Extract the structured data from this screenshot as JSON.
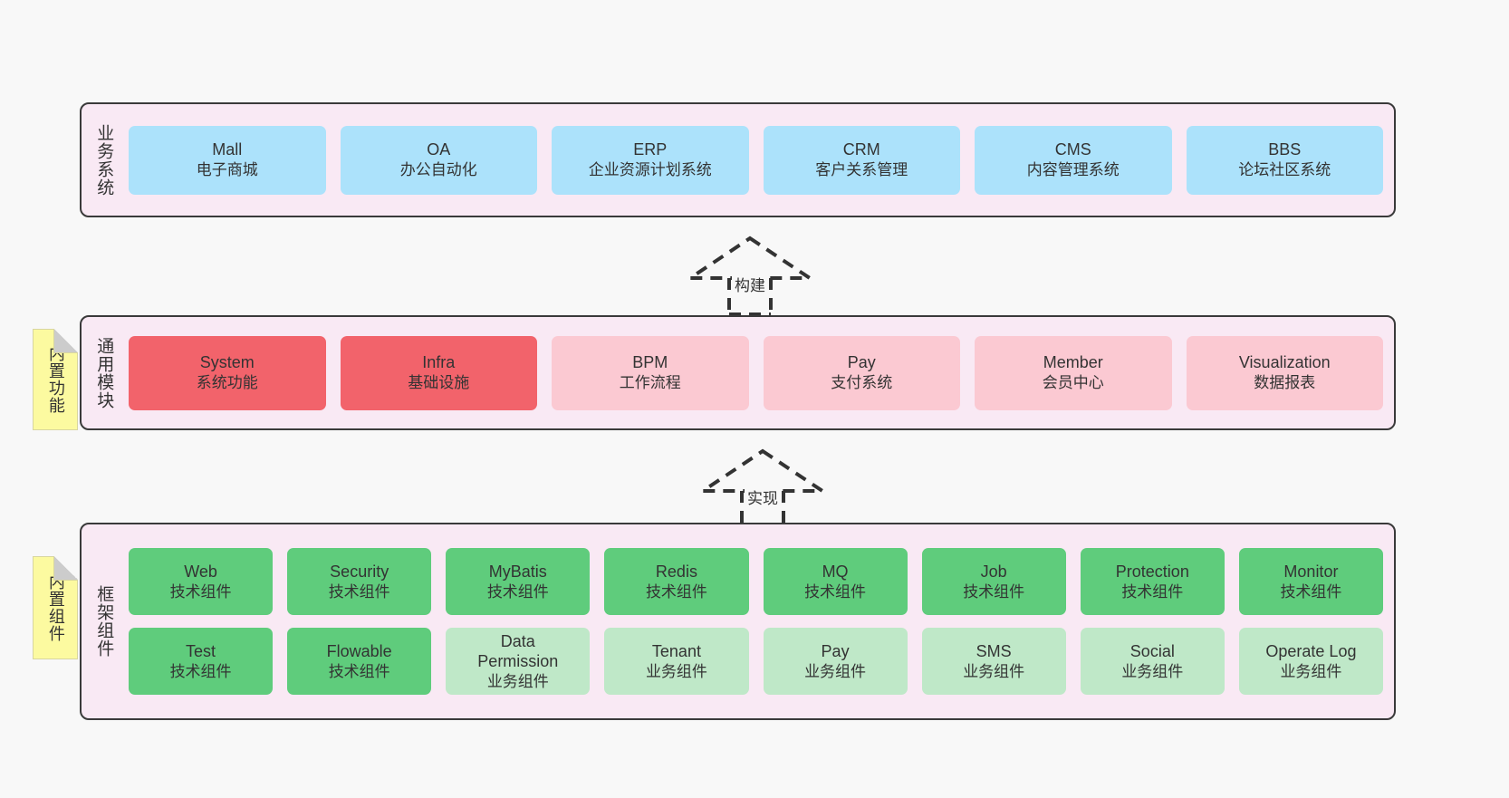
{
  "diagram": {
    "background": "#f8f8f8",
    "layer_bg": "#f9e9f4",
    "layer_border": "#3a3a3a",
    "sticky_bg": "#fcfaa0"
  },
  "layers": [
    {
      "id": "business-system",
      "title": "业务系统",
      "rows": [
        {
          "boxes": [
            {
              "name": "mall",
              "line1": "Mall",
              "line2": "电子商城",
              "color": "#ace2fb",
              "style": "c-blue"
            },
            {
              "name": "oa",
              "line1": "OA",
              "line2": "办公自动化",
              "color": "#ace2fb",
              "style": "c-blue"
            },
            {
              "name": "erp",
              "line1": "ERP",
              "line2": "企业资源计划系统",
              "color": "#ace2fb",
              "style": "c-blue"
            },
            {
              "name": "crm",
              "line1": "CRM",
              "line2": "客户关系管理",
              "color": "#ace2fb",
              "style": "c-blue"
            },
            {
              "name": "cms",
              "line1": "CMS",
              "line2": "内容管理系统",
              "color": "#ace2fb",
              "style": "c-blue"
            },
            {
              "name": "bbs",
              "line1": "BBS",
              "line2": "论坛社区系统",
              "color": "#ace2fb",
              "style": "c-blue"
            }
          ]
        }
      ]
    },
    {
      "id": "common-module",
      "title": "通用模块",
      "sticky": "内置功能",
      "rows": [
        {
          "boxes": [
            {
              "name": "system",
              "line1": "System",
              "line2": "系统功能",
              "color": "#f2636b",
              "style": "c-red"
            },
            {
              "name": "infra",
              "line1": "Infra",
              "line2": "基础设施",
              "color": "#f2636b",
              "style": "c-red"
            },
            {
              "name": "bpm",
              "line1": "BPM",
              "line2": "工作流程",
              "color": "#fbc9d2",
              "style": "c-pink"
            },
            {
              "name": "pay",
              "line1": "Pay",
              "line2": "支付系统",
              "color": "#fbc9d2",
              "style": "c-pink"
            },
            {
              "name": "member",
              "line1": "Member",
              "line2": "会员中心",
              "color": "#fbc9d2",
              "style": "c-pink"
            },
            {
              "name": "visualization",
              "line1": "Visualization",
              "line2": "数据报表",
              "color": "#fbc9d2",
              "style": "c-pink"
            }
          ]
        }
      ]
    },
    {
      "id": "framework-component",
      "title": "框架组件",
      "sticky": "内置组件",
      "rows": [
        {
          "boxes": [
            {
              "name": "web",
              "line1": "Web",
              "line2": "技术组件",
              "color": "#5fcc7c",
              "style": "c-green"
            },
            {
              "name": "security",
              "line1": "Security",
              "line2": "技术组件",
              "color": "#5fcc7c",
              "style": "c-green"
            },
            {
              "name": "mybatis",
              "line1": "MyBatis",
              "line2": "技术组件",
              "color": "#5fcc7c",
              "style": "c-green"
            },
            {
              "name": "redis",
              "line1": "Redis",
              "line2": "技术组件",
              "color": "#5fcc7c",
              "style": "c-green"
            },
            {
              "name": "mq",
              "line1": "MQ",
              "line2": "技术组件",
              "color": "#5fcc7c",
              "style": "c-green"
            },
            {
              "name": "job",
              "line1": "Job",
              "line2": "技术组件",
              "color": "#5fcc7c",
              "style": "c-green"
            },
            {
              "name": "protection",
              "line1": "Protection",
              "line2": "技术组件",
              "color": "#5fcc7c",
              "style": "c-green"
            },
            {
              "name": "monitor",
              "line1": "Monitor",
              "line2": "技术组件",
              "color": "#5fcc7c",
              "style": "c-green"
            }
          ]
        },
        {
          "boxes": [
            {
              "name": "test",
              "line1": "Test",
              "line2": "技术组件",
              "color": "#5fcc7c",
              "style": "c-green"
            },
            {
              "name": "flowable",
              "line1": "Flowable",
              "line2": "技术组件",
              "color": "#5fcc7c",
              "style": "c-green"
            },
            {
              "name": "data-permission",
              "line1": "Data",
              "line2": "Permission",
              "line3": "业务组件",
              "color": "#bfe8c8",
              "style": "c-lightgreen"
            },
            {
              "name": "tenant",
              "line1": "Tenant",
              "line2": "业务组件",
              "color": "#bfe8c8",
              "style": "c-lightgreen"
            },
            {
              "name": "pay-component",
              "line1": "Pay",
              "line2": "业务组件",
              "color": "#bfe8c8",
              "style": "c-lightgreen"
            },
            {
              "name": "sms",
              "line1": "SMS",
              "line2": "业务组件",
              "color": "#bfe8c8",
              "style": "c-lightgreen"
            },
            {
              "name": "social",
              "line1": "Social",
              "line2": "业务组件",
              "color": "#bfe8c8",
              "style": "c-lightgreen"
            },
            {
              "name": "operate-log",
              "line1": "Operate Log",
              "line2": "业务组件",
              "color": "#bfe8c8",
              "style": "c-lightgreen"
            }
          ]
        }
      ]
    }
  ],
  "connectors": [
    {
      "id": "build",
      "label": "构建",
      "from": "common-module",
      "to": "business-system",
      "style": "dashed-generalization"
    },
    {
      "id": "implement",
      "label": "实现",
      "from": "framework-component",
      "to": "common-module",
      "style": "dashed-generalization"
    }
  ]
}
